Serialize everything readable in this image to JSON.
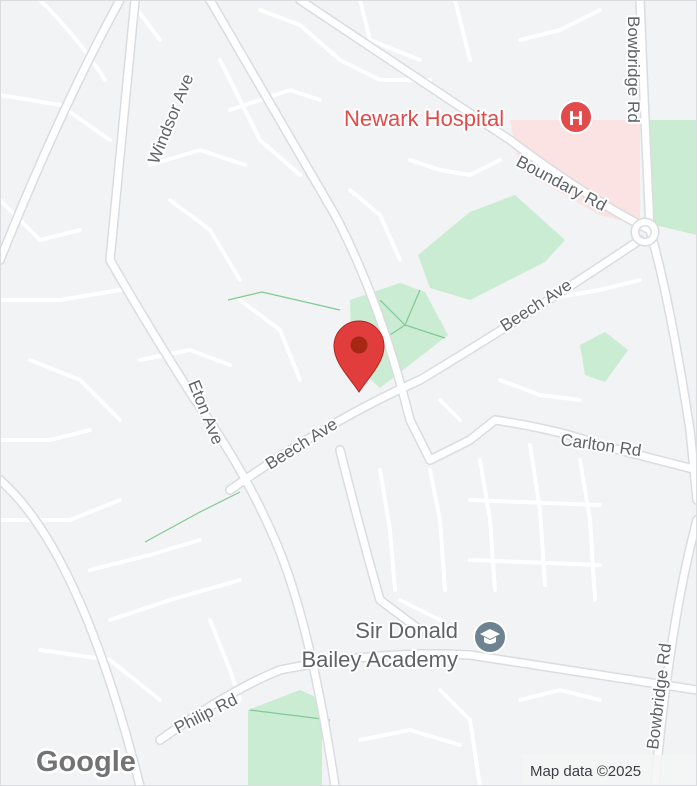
{
  "map": {
    "streets": {
      "windsor_ave": "Windsor Ave",
      "bowbridge_rd_top": "Bowbridge Rd",
      "bowbridge_rd_bottom": "Bowbridge Rd",
      "boundary_rd": "Boundary Rd",
      "beech_ave_east": "Beech Ave",
      "beech_ave_west": "Beech Ave",
      "eton_ave": "Eton Ave",
      "carlton_rd": "Carlton Rd",
      "philip_rd": "Philip Rd"
    },
    "places": {
      "hospital": "Newark Hospital",
      "hospital_icon_letter": "H",
      "school_line1": "Sir Donald",
      "school_line2": "Bailey Academy"
    },
    "branding": {
      "logo": "Google",
      "attribution": "Map data ©2025"
    },
    "colors": {
      "land": "#f1f3f4",
      "road": "#ffffff",
      "road_edge": "#dadce0",
      "park": "#c9ecd2",
      "hospital_area": "#fbe3e3",
      "hospital_accent": "#e14b4b",
      "marker": "#e13d3d",
      "school_icon": "#6e8391"
    },
    "icons": {
      "marker": "map-pin-icon",
      "hospital": "hospital-icon",
      "school": "graduation-cap-icon"
    }
  }
}
